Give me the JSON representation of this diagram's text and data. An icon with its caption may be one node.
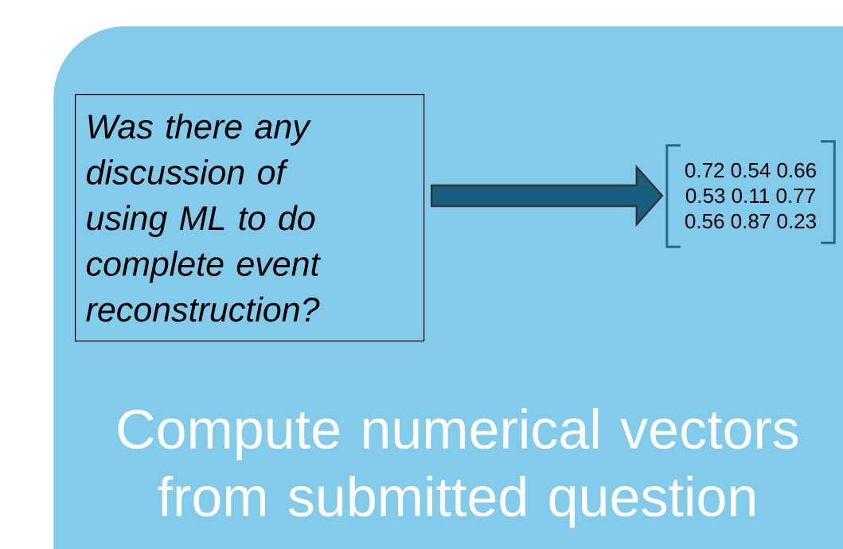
{
  "diagram": {
    "nodes": [
      {
        "text": [
          "Compute numerical vectors from submitted question"
        ]
      },
      {
        "text": [
          "Was there any discussion of using ML to do complete event reconstruction?"
        ],
        "in": 0
      },
      {
        "text": [
          "0.72 0.54 0.66",
          "0.53 0.11 0.77",
          "0.56 0.87 0.23"
        ],
        "in": 0
      }
    ],
    "edges": [
      {
        "from": 1,
        "to": 2,
        "arrow": "to",
        "style": "thick"
      }
    ]
  }
}
